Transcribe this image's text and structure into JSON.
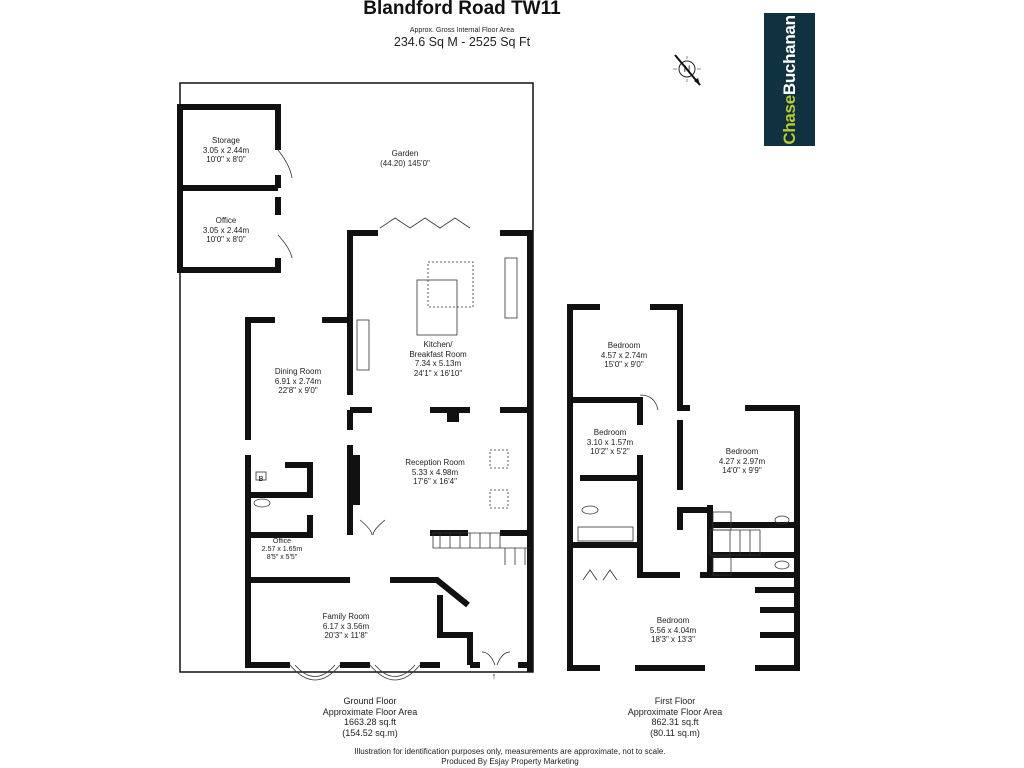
{
  "header": {
    "title": "Blandford Road TW11",
    "subtitle": "Approx. Gross Internal Floor Area",
    "total_area": "234.6 Sq M - 2525 Sq Ft"
  },
  "logo": {
    "part1": "Chase",
    "part2": "Buchanan",
    "bg_color": "#0f3140",
    "accent_color": "#b8cc2a"
  },
  "compass": {
    "label": "N"
  },
  "ground_floor": {
    "rooms": [
      {
        "name": "Storage",
        "metric": "3.05 x 2.44m",
        "imperial": "10'0\" x 8'0\""
      },
      {
        "name": "Office",
        "metric": "3.05 x 2.44m",
        "imperial": "10'0\" x 8'0\""
      },
      {
        "name": "Garden",
        "metric": "(44.20) 145'0\"",
        "imperial": ""
      },
      {
        "name": "Kitchen/",
        "metric": "Breakfast Room",
        "imperial": "7.34 x 5.13m",
        "extra": "24'1\" x 16'10\""
      },
      {
        "name": "Dining Room",
        "metric": "6.91 x 2.74m",
        "imperial": "22'8\" x 9'0\""
      },
      {
        "name": "Reception Room",
        "metric": "5.33 x 4.98m",
        "imperial": "17'6\" x 16'4\""
      },
      {
        "name": "Office",
        "metric": "2.57 x 1.65m",
        "imperial": "8'5\" x 5'5\""
      },
      {
        "name": "Family Room",
        "metric": "6.17 x 3.56m",
        "imperial": "20'3\" x 11'8\""
      }
    ],
    "boiler_label": "B",
    "summary": {
      "name": "Ground Floor",
      "label": "Approximate Floor Area",
      "sqft": "1663.28 sq.ft",
      "sqm": "(154.52 sq.m)"
    }
  },
  "first_floor": {
    "rooms": [
      {
        "name": "Bedroom",
        "metric": "4.57 x 2.74m",
        "imperial": "15'0\" x 9'0\""
      },
      {
        "name": "Bedroom",
        "metric": "3.10 x 1.57m",
        "imperial": "10'2\" x 5'2\""
      },
      {
        "name": "Bedroom",
        "metric": "4.27 x 2.97m",
        "imperial": "14'0\" x 9'9\""
      },
      {
        "name": "Bedroom",
        "metric": "5.56 x 4.04m",
        "imperial": "18'3\" x 13'3\""
      }
    ],
    "summary": {
      "name": "First Floor",
      "label": "Approximate Floor Area",
      "sqft": "862.31 sq.ft",
      "sqm": "(80.11 sq.m)"
    }
  },
  "footer": {
    "disclaimer": "Illustration for identification purposes only, measurements are approximate, not to scale.",
    "producer": "Produced By Esjay Property Marketing"
  }
}
